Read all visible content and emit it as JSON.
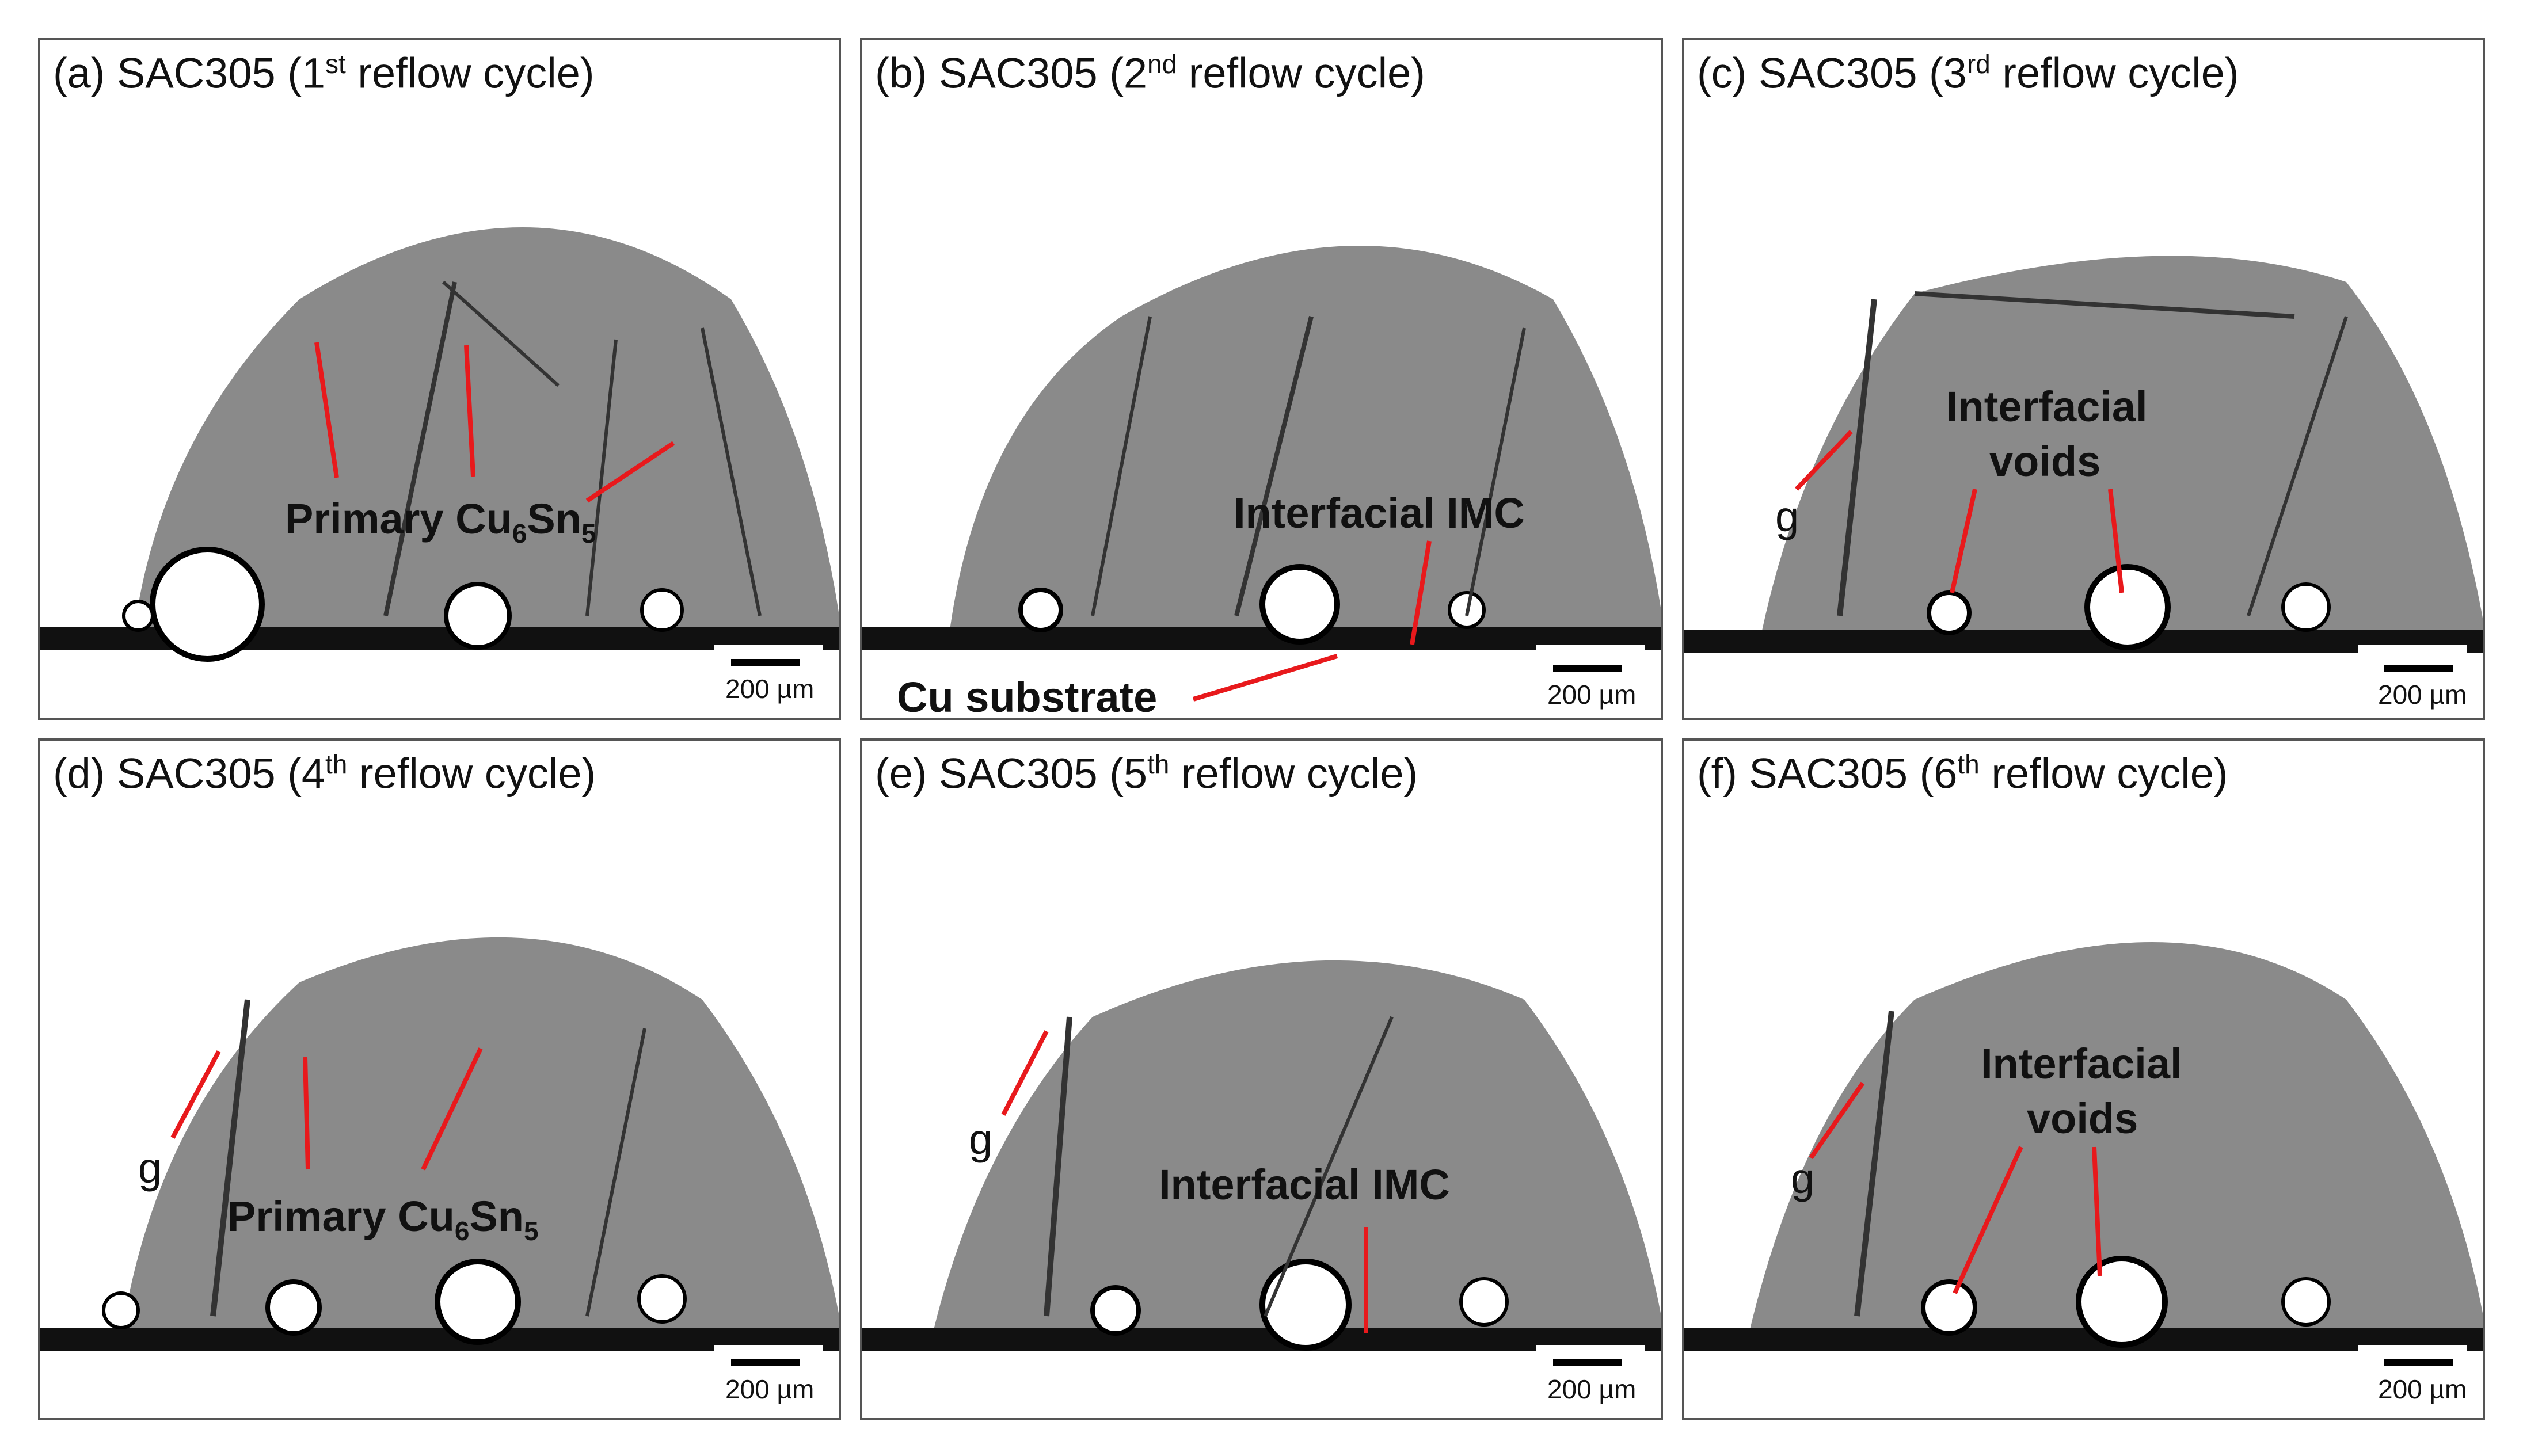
{
  "panels": [
    {
      "id": "a",
      "letter": "(a)",
      "title": "SAC305 (1",
      "sup": "st",
      "title_tail": " reflow cycle)"
    },
    {
      "id": "b",
      "letter": "(b)",
      "title": "SAC305 (2",
      "sup": "nd",
      "title_tail": " reflow cycle)"
    },
    {
      "id": "c",
      "letter": "(c)",
      "title": "SAC305 (3",
      "sup": "rd",
      "title_tail": " reflow cycle)"
    },
    {
      "id": "d",
      "letter": "(d)",
      "title": "SAC305 (4",
      "sup": "th",
      "title_tail": " reflow cycle)"
    },
    {
      "id": "e",
      "letter": "(e)",
      "title": "SAC305 (5",
      "sup": "th",
      "title_tail": " reflow cycle)"
    },
    {
      "id": "f",
      "letter": "(f)",
      "title": "SAC305 (6",
      "sup": "th",
      "title_tail": " reflow cycle)"
    }
  ],
  "annotations": {
    "primary_prefix": "Primary Cu",
    "primary_sub1": "6",
    "primary_mid": "Sn",
    "primary_sub2": "5",
    "interfacial_imc": "Interfacial IMC",
    "cu_substrate": "Cu substrate",
    "interfacial": "Interfacial",
    "voids": "voids",
    "g": "g"
  },
  "scale_bar": "200 µm",
  "colors": {
    "arrow": "#e8191c",
    "solder": "#8a8a8a",
    "substrate": "#111111"
  }
}
